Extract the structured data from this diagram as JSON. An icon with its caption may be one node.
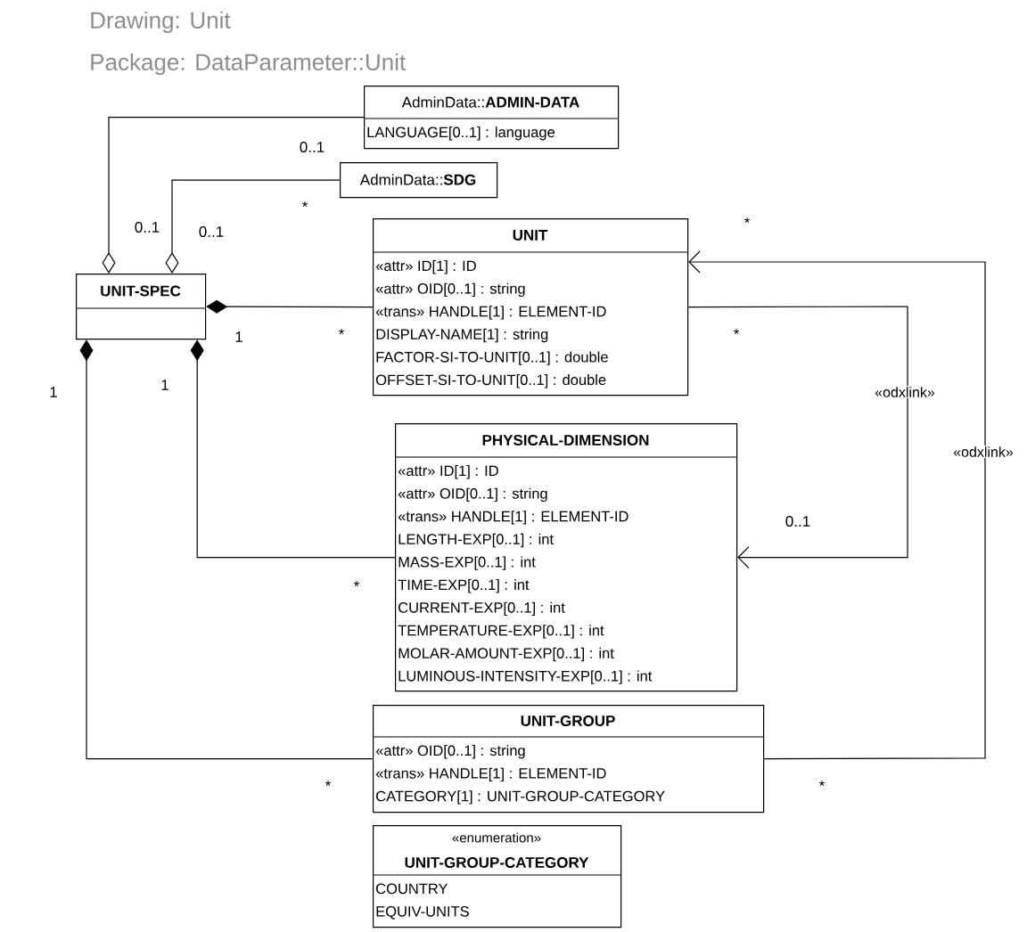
{
  "diagram": {
    "title": "Drawing: Unit",
    "nodes": [
      {
        "text": [
          "AdminData::**ADMIN-DATA**",
          "LANGUAGE[0..1] : language"
        ]
      },
      {
        "text": [
          "AdminData::**SDG**"
        ]
      },
      {
        "text": [
          "UNIT",
          "«attr» ID[1] : ID",
          "«attr» OID[0..1] : string",
          "«trans» HANDLE[1] : ELEMENT-ID",
          "DISPLAY-NAME[1] : string",
          "FACTOR-SI-TO-UNIT[0..1] : double",
          "OFFSET-SI-TO-UNIT[0..1] : double"
        ]
      },
      {
        "text": [
          "UNIT-SPEC"
        ]
      },
      {
        "text": [
          "PHYSICAL-DIMENSION",
          "«attr» ID[1] : ID",
          "«attr» OID[0..1] : string",
          "«trans» HANDLE[1] : ELEMENT-ID",
          "LENGTH-EXP[0..1] : int",
          "MASS-EXP[0..1] : int",
          "TIME-EXP[0..1] : int",
          "CURRENT-EXP[0..1] : int",
          "TEMPERATURE-EXP[0..1] : int",
          "MOLAR-AMOUNT-EXP[0..1] : int",
          "LUMINOUS-INTENSITY-EXP[0..1] : int"
        ]
      },
      {
        "text": [
          "UNIT-GROUP",
          "«attr» OID[0..1] : string",
          "«trans» HANDLE[1] : ELEMENT-ID",
          "CATEGORY[1] : UNIT-GROUP-CATEGORY"
        ]
      },
      {
        "text": [
          "«enumeration»",
          "UNIT-GROUP-CATEGORY",
          "COUNTRY",
          "EQUIV-UNITS"
        ]
      }
    ],
    "edges": [
      {
        "from": 3,
        "to": 0,
        "arrow": "other"
      },
      {
        "from": 3,
        "to": 1,
        "arrow": "other"
      },
      {
        "from": 3,
        "to": 2,
        "arrow": "other"
      },
      {
        "from": 3,
        "to": 4,
        "arrow": "other"
      },
      {
        "from": 3,
        "to": 5,
        "arrow": "other"
      },
      {
        "from": 2,
        "to": 4,
        "arrow": "to",
        "label": "«odxlink»"
      },
      {
        "from": 5,
        "to": 2,
        "arrow": "to",
        "label": "«odxlink»"
      }
    ],
    "labels": [
      "Package: DataParameter::Unit",
      "0..1",
      "*",
      "0..1",
      "0..1",
      "*",
      "1",
      "*",
      "*",
      "1",
      "1",
      "0..1",
      "*",
      "*",
      "*"
    ]
  }
}
